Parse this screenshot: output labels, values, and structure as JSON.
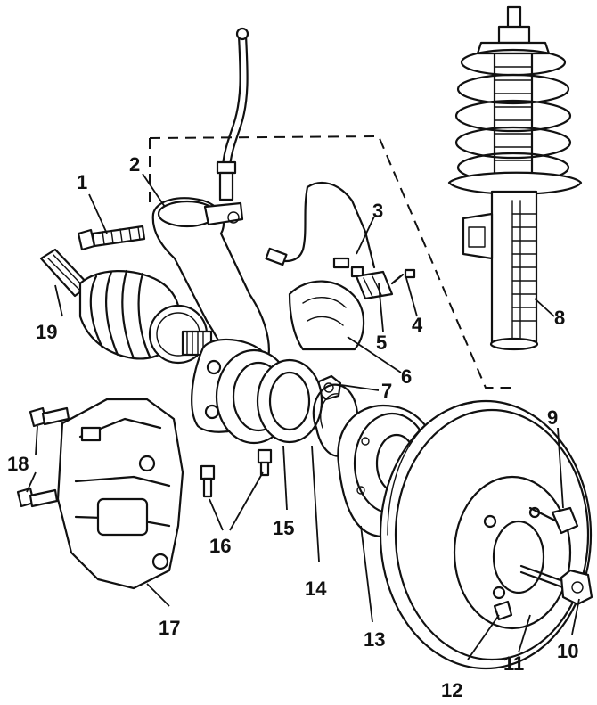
{
  "callouts": [
    {
      "id": "1",
      "label": "1"
    },
    {
      "id": "2",
      "label": "2"
    },
    {
      "id": "3",
      "label": "3"
    },
    {
      "id": "4",
      "label": "4"
    },
    {
      "id": "5",
      "label": "5"
    },
    {
      "id": "6",
      "label": "6"
    },
    {
      "id": "7",
      "label": "7"
    },
    {
      "id": "8",
      "label": "8"
    },
    {
      "id": "9",
      "label": "9"
    },
    {
      "id": "10",
      "label": "10"
    },
    {
      "id": "11",
      "label": "11"
    },
    {
      "id": "12",
      "label": "12"
    },
    {
      "id": "13",
      "label": "13"
    },
    {
      "id": "14",
      "label": "14"
    },
    {
      "id": "15",
      "label": "15"
    },
    {
      "id": "16",
      "label": "16"
    },
    {
      "id": "17",
      "label": "17"
    },
    {
      "id": "18",
      "label": "18"
    },
    {
      "id": "19",
      "label": "19"
    }
  ],
  "colors": {
    "ink": "#111111",
    "background": "#ffffff"
  }
}
